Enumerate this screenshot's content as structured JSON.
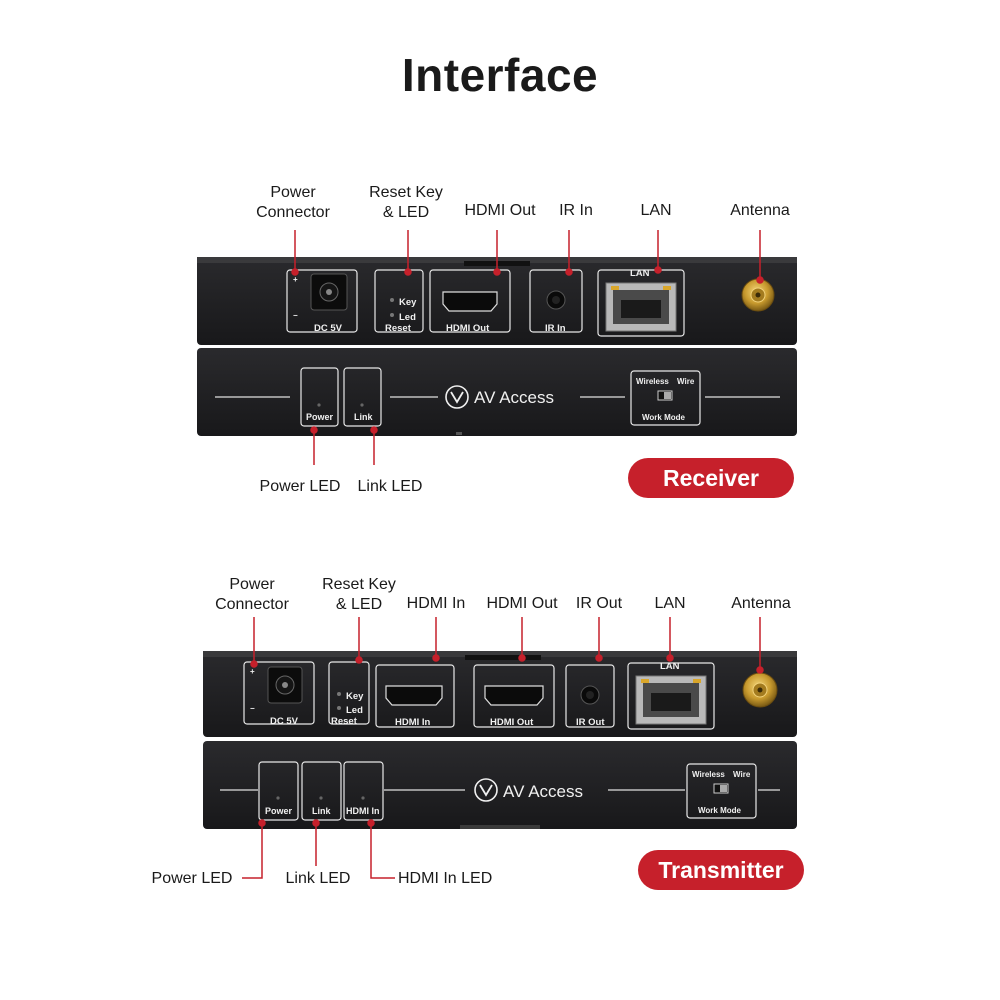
{
  "title": "Interface",
  "receiver": {
    "badge": "Receiver",
    "callouts": {
      "power_connector": "Power\nConnector",
      "reset_key": "Reset Key\n& LED",
      "hdmi_out": "HDMI Out",
      "ir_in": "IR In",
      "lan": "LAN",
      "antenna": "Antenna",
      "power_led": "Power LED",
      "link_led": "Link LED"
    },
    "panel": {
      "dc": "DC 5V",
      "key": "Key",
      "led": "Led",
      "reset": "Reset",
      "hdmi_out": "HDMI Out",
      "ir_in": "IR In",
      "lan": "LAN",
      "power": "Power",
      "link": "Link",
      "brand": "AV Access",
      "wireless": "Wireless",
      "wire": "Wire",
      "work_mode": "Work Mode"
    }
  },
  "transmitter": {
    "badge": "Transmitter",
    "callouts": {
      "power_connector": "Power\nConnector",
      "reset_key": "Reset Key\n& LED",
      "hdmi_in": "HDMI In",
      "hdmi_out": "HDMI Out",
      "ir_out": "IR Out",
      "lan": "LAN",
      "antenna": "Antenna",
      "power_led": "Power LED",
      "link_led": "Link LED",
      "hdmi_in_led": "HDMI In LED"
    },
    "panel": {
      "dc": "DC 5V",
      "key": "Key",
      "led": "Led",
      "reset": "Reset",
      "hdmi_in": "HDMI In",
      "hdmi_out": "HDMI Out",
      "ir_out": "IR Out",
      "lan": "LAN",
      "power": "Power",
      "link": "Link",
      "hdmi_in_led": "HDMI In",
      "brand": "AV Access",
      "wireless": "Wireless",
      "wire": "Wire",
      "work_mode": "Work Mode"
    }
  },
  "colors": {
    "accent": "#c6202b",
    "device": "#202022",
    "label": "#1a1a1a"
  }
}
